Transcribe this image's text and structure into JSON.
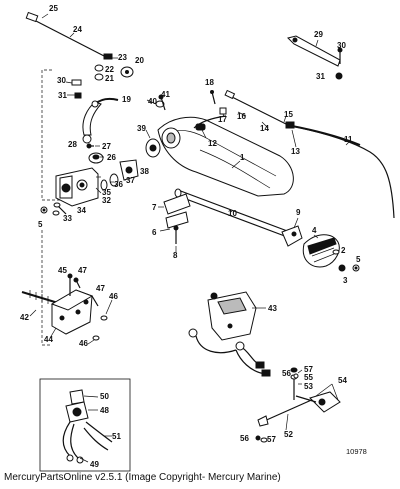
{
  "caption": "MercuryPartsOnline v2.5.1 (Image Copyright- Mercury Marine)",
  "drawing_number": "10978",
  "callouts": {
    "c1": "1",
    "c2": "2",
    "c3": "3",
    "c4": "4",
    "c5": "5",
    "c5b": "5",
    "c6": "6",
    "c7": "7",
    "c8": "8",
    "c9": "9",
    "c10": "10",
    "c11": "11",
    "c12": "12",
    "c13": "13",
    "c14": "14",
    "c15": "15",
    "c16": "16",
    "c17": "17",
    "c18": "18",
    "c19": "19",
    "c20": "20",
    "c21": "21",
    "c22": "22",
    "c23": "23",
    "c24": "24",
    "c25": "25",
    "c26": "26",
    "c27": "27",
    "c28": "28",
    "c29": "29",
    "c30": "30",
    "c30b": "30",
    "c31": "31",
    "c31b": "31",
    "c32": "32",
    "c33": "33",
    "c34": "34",
    "c35": "35",
    "c36": "36",
    "c37": "37",
    "c38": "38",
    "c39": "39",
    "c40": "40",
    "c41": "41",
    "c42": "42",
    "c43": "43",
    "c44": "44",
    "c45": "45",
    "c46": "46",
    "c46b": "46",
    "c47": "47",
    "c48": "48",
    "c49": "49",
    "c50": "50",
    "c51": "51",
    "c52": "52",
    "c53": "53",
    "c54": "54",
    "c55": "55",
    "c56": "56",
    "c56b": "56",
    "c57": "57",
    "c57b": "57"
  }
}
